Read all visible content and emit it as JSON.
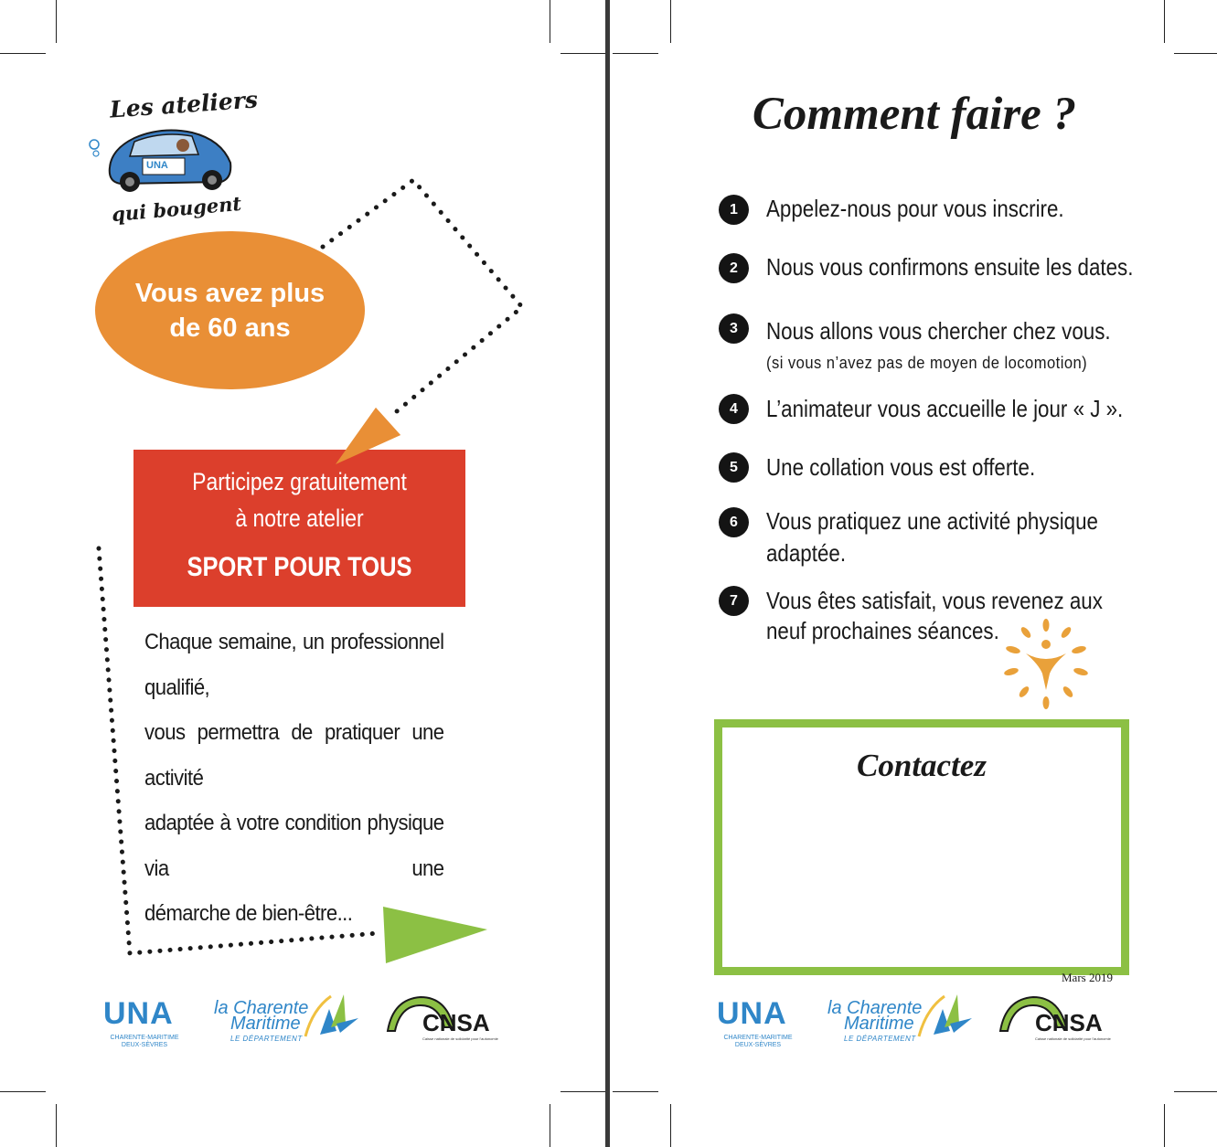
{
  "colors": {
    "orange": "#e98f36",
    "red": "#dc3f2c",
    "green": "#8cc044",
    "blue": "#2f86c8",
    "dark": "#141414"
  },
  "left_panel": {
    "logo": {
      "top_text": "Les ateliers",
      "bottom_text": "qui bougent",
      "car_badge": "UNA",
      "icon": "car-icon"
    },
    "ellipse": {
      "line1": "Vous avez plus",
      "line2": "de 60 ans"
    },
    "red_box": {
      "line1": "Participez gratuitement",
      "line2": "à notre atelier",
      "line3": "SPORT POUR TOUS"
    },
    "body_lines": [
      "Chaque semaine, un professionnel qualifié,",
      "vous permettra de pratiquer une activité",
      "adaptée à votre condition physique via une",
      "démarche de bien-être..."
    ]
  },
  "right_panel": {
    "title": "Comment faire ?",
    "steps": [
      {
        "num": "1",
        "text": "Appelez-nous pour vous inscrire."
      },
      {
        "num": "2",
        "text": "Nous vous confirmons ensuite les dates."
      },
      {
        "num": "3",
        "text": "Nous allons vous chercher chez vous.",
        "note": "(si vous n’avez pas de moyen de locomotion)"
      },
      {
        "num": "4",
        "text": "L’animateur vous accueille le jour « J »."
      },
      {
        "num": "5",
        "text": "Une collation vous est offerte."
      },
      {
        "num": "6",
        "text": "Vous pratiquez une activité physique",
        "text2": "adaptée."
      },
      {
        "num": "7",
        "text": "Vous êtes satisfait, vous revenez aux",
        "text2": "neuf prochaines séances."
      }
    ],
    "contact_title": "Contactez",
    "date": "Mars 2019"
  },
  "footer_logos": {
    "una": {
      "word": "UNA",
      "sub1": "CHARENTE-MARITIME",
      "sub2": "DEUX-SÈVRES"
    },
    "charente": {
      "line1": "la Charente",
      "line2": "Maritime",
      "line3": "LE DÉPARTEMENT",
      "icon": "bird-icon"
    },
    "cnsa": {
      "word": "CNSA",
      "sub": "Caisse nationale de solidarité pour l'autonomie",
      "icon": "arch-icon"
    }
  }
}
